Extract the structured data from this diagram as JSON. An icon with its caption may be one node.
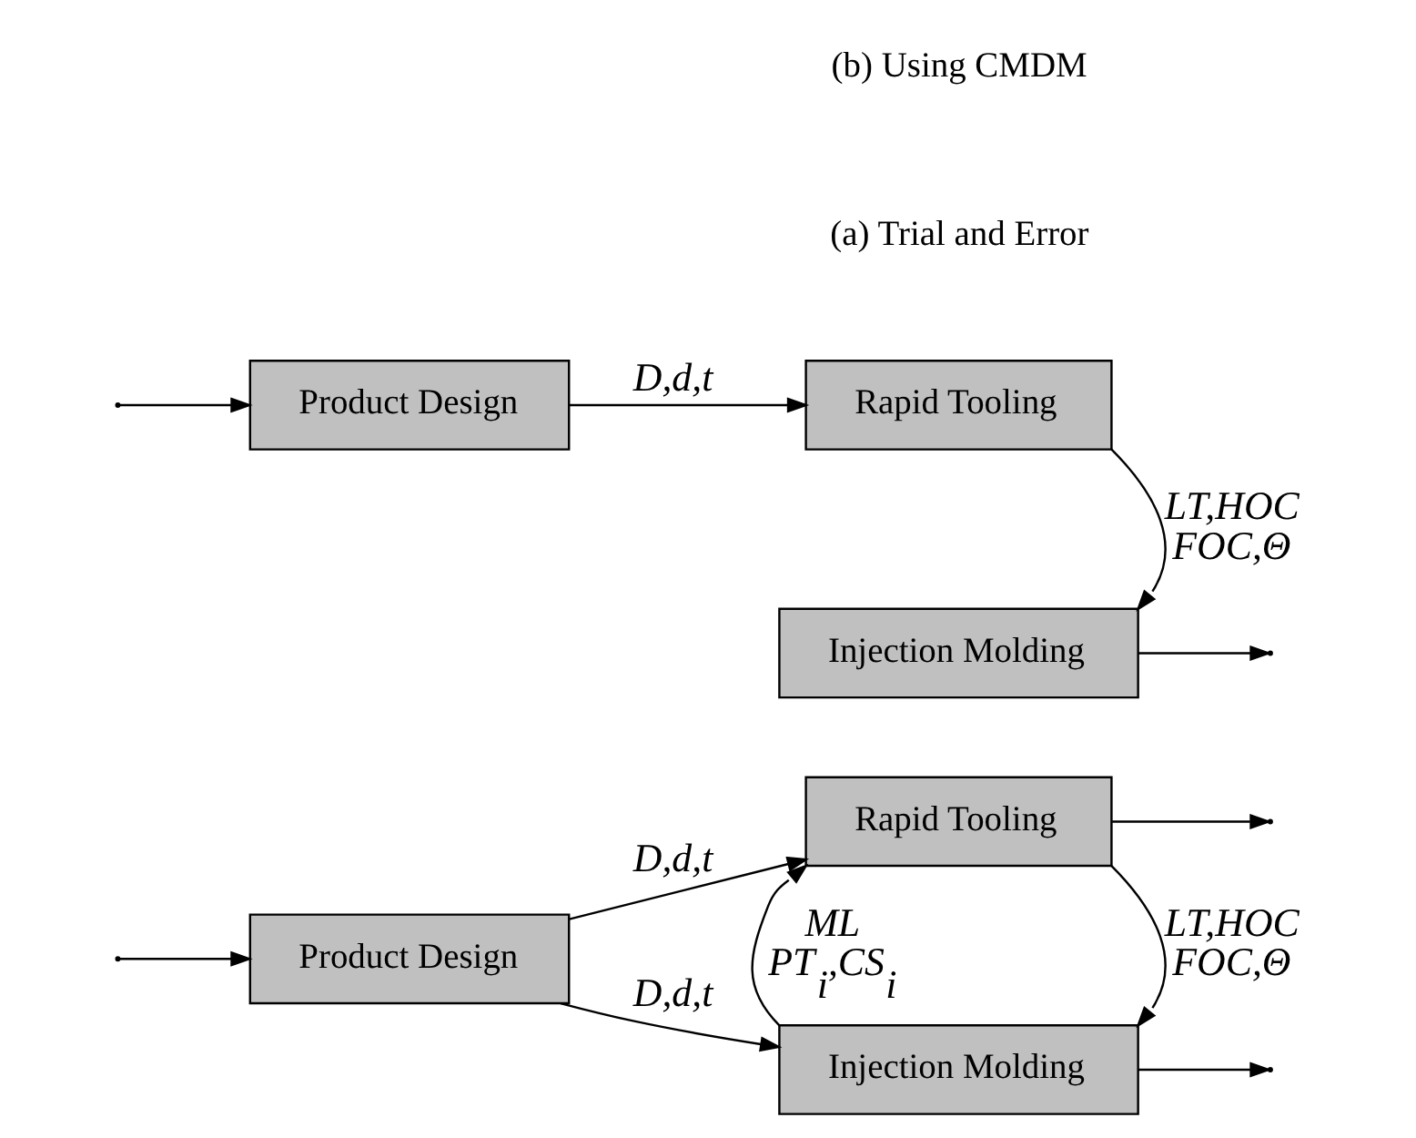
{
  "diagram": {
    "nodes": [
      {
        "text": [
          "Product Design"
        ]
      },
      {
        "text": [
          "Rapid Tooling"
        ]
      },
      {
        "text": [
          "Injection Molding"
        ]
      },
      {
        "text": [
          "Product Design"
        ]
      },
      {
        "text": [
          "Rapid Tooling"
        ]
      },
      {
        "text": [
          "Injection Molding"
        ]
      }
    ],
    "edges": [
      {
        "from": null,
        "to": 0,
        "arrow": "to"
      },
      {
        "from": 0,
        "to": 1,
        "arrow": "to",
        "label": "D,d,t"
      },
      {
        "from": 0,
        "to": 2,
        "arrow": "to",
        "label": "D,d,t"
      },
      {
        "from": 2,
        "to": 1,
        "arrow": "to",
        "label": "ML PT$_{i}$,CS$_{i}$"
      },
      {
        "from": 1,
        "to": 2,
        "arrow": "to",
        "label": "LT,HOC FOC,Θ"
      },
      {
        "from": 1,
        "to": null,
        "arrow": "to"
      },
      {
        "from": 2,
        "to": null,
        "arrow": "to"
      },
      {
        "from": null,
        "to": 3,
        "arrow": "to"
      },
      {
        "from": 3,
        "to": 4,
        "arrow": "to",
        "label": "D,d,t"
      },
      {
        "from": 4,
        "to": 5,
        "arrow": "to",
        "label": "LT,HOC FOC,Θ"
      },
      {
        "from": 5,
        "to": null,
        "arrow": "to"
      }
    ],
    "labels": [
      "(a) Trial and Error",
      "(b) Using CMDM"
    ]
  }
}
